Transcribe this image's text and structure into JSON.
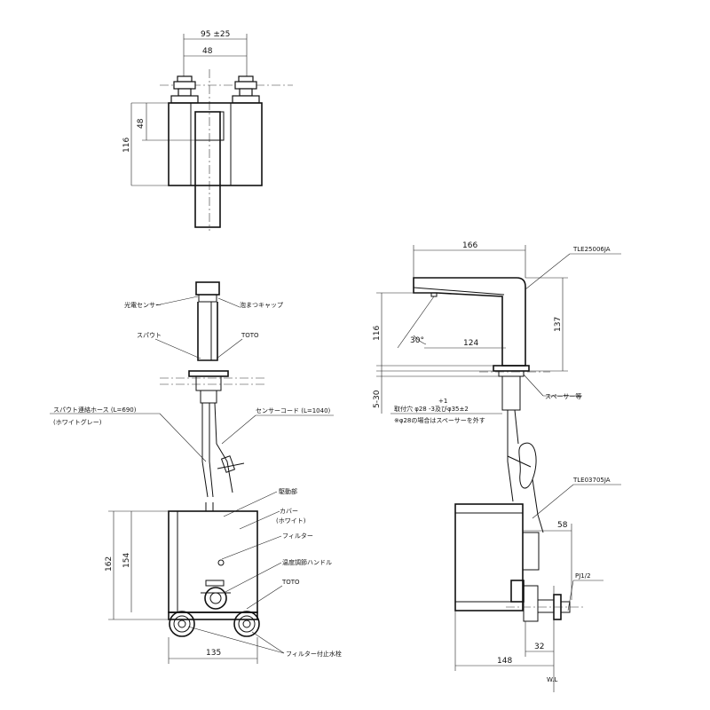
{
  "top_view": {
    "dim_width_tol": "95 ±25",
    "dim_width": "48",
    "dim_depth": "48",
    "dim_overall": "116"
  },
  "front_view": {
    "labels": {
      "sensor": "光電センサー",
      "foam_cap": "泡まつキャップ",
      "spout": "スパウト",
      "brand_top": "TOTO",
      "hose_line1": "スパウト連絡ホース (L=690)",
      "hose_line2": "(ホワイトグレー)",
      "sensor_cord": "センサーコード (L=1040)",
      "drive_unit": "駆動部",
      "cover_line1": "カバー",
      "cover_line2": "(ホワイト)",
      "filter": "フィルター",
      "temp_handle": "温度調節ハンドル",
      "brand_box": "TOTO",
      "stop_valve": "フィルター付止水栓"
    },
    "dims": {
      "box_outer_h": "162",
      "box_inner_h": "154",
      "box_w": "135"
    }
  },
  "side_view": {
    "model_top": "TLE25006JA",
    "model_box": "TLE03705JA",
    "spacer": "スペーサー等",
    "hole_line1": "取付穴 φ28 -3及びφ35±2",
    "hole_sup": "+1",
    "hole_line2": "※φ28の場合はスペーサーを外す",
    "pipe": "PJ1/2",
    "wl": "W.L",
    "dims": {
      "spout_reach": "166",
      "height_total": "137",
      "height_spout": "116",
      "angle": "30°",
      "reach_inner": "124",
      "deck": "5-30",
      "box_to_pipe": "58",
      "pipe_h": "32",
      "box_depth": "148"
    }
  }
}
